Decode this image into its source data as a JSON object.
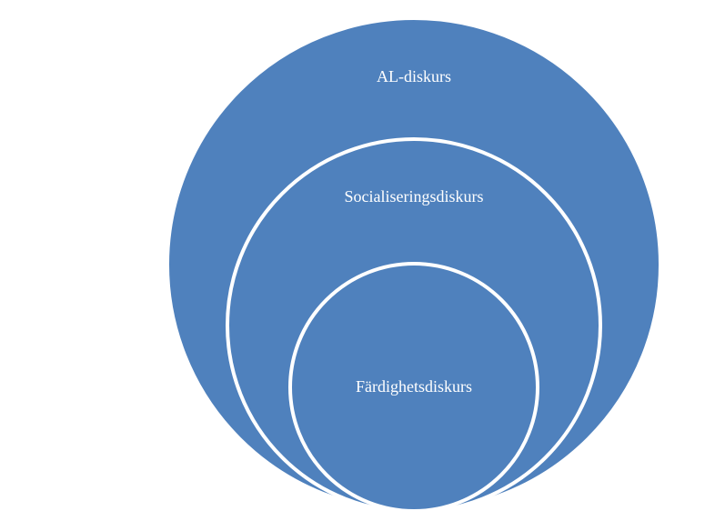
{
  "diagram": {
    "fill_color": "#4f81bd",
    "outline_color": "#ffffff",
    "circles": [
      {
        "label": "AL-diskurs"
      },
      {
        "label": "Socialiseringsdiskurs"
      },
      {
        "label": "Färdighetsdiskurs"
      }
    ]
  }
}
